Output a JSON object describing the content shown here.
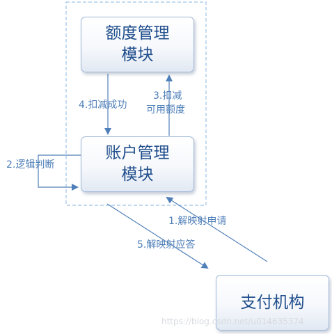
{
  "nodes": {
    "quota_module": {
      "line1": "额度管理",
      "line2": "模块"
    },
    "account_module": {
      "line1": "账户管理",
      "line2": "模块"
    },
    "payment_org": {
      "label": "支付机构"
    }
  },
  "edges": {
    "deduct_success": "4.扣减成功",
    "deduct_quota_line1": "3.扣减",
    "deduct_quota_line2": "可用额度",
    "logic_judge": "2.逻辑判断",
    "unmap_request": "1.解映射申请",
    "unmap_response": "5.解映射应答"
  },
  "watermark": "https://blog.csdn.net/u014635374",
  "colors": {
    "line": "#4f7fb8",
    "text": "#1f4e8c",
    "dashed_border": "#9cc3e8"
  }
}
